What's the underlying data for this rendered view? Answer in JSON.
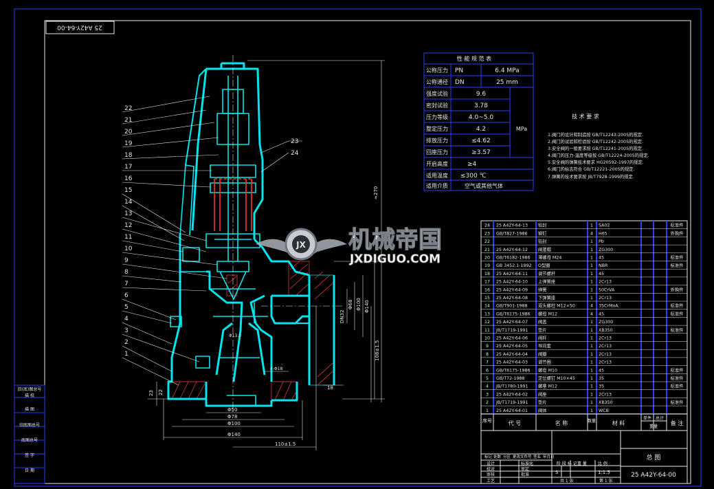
{
  "drawing": {
    "number_stamp": "25 A42Y-64-00",
    "title_name": "总 图",
    "title_number": "25 A42Y-64-00"
  },
  "perf_table": {
    "title": "性 能 规 范 表",
    "rows": [
      {
        "label": "公称压力",
        "sym": "PN",
        "value": "6.4 MPa"
      },
      {
        "label": "公称通径",
        "sym": "DN",
        "value": "25 mm"
      },
      {
        "label": "强度试验",
        "value": "9.6"
      },
      {
        "label": "密封试验",
        "value": "3.78"
      },
      {
        "label": "压力等级",
        "value": "4.0~5.0"
      },
      {
        "label": "整定压力",
        "value": "4.2"
      },
      {
        "label": "排放压力",
        "value": "≤4.62"
      },
      {
        "label": "回座压力",
        "value": "≥3.57"
      },
      {
        "label": "开启高度",
        "value": "≥4"
      },
      {
        "label": "适用温度",
        "value": "≤300 ℃"
      },
      {
        "label": "适用介质",
        "value": "空气或其他气体"
      }
    ],
    "unit": "MPa"
  },
  "tech_req": {
    "title": "技 术 要 求",
    "items": [
      "1.阀门的设计和制造按 GB/T12243-2005的规定.",
      "2.阀门的试验和检验按 GB/T12242-2005的规定.",
      "3.安全阀的一般要求按 GB/T12241-2005的规定.",
      "4.阀门的压力-温度等级按 GB/T12224-2005的规定.",
      "5.安全阀的弹簧技术要求 HG20592-1997的规定.",
      "6.阀门的标志符合 GB/T12221-2005的规定.",
      "7.弹簧的技术要求按 JB/T7928-1999的规定."
    ]
  },
  "parts": [
    {
      "no": "24",
      "code": "25 A42Y-64-13",
      "name": "铅封",
      "qty": "1",
      "mat": "SA02",
      "note": "标准件"
    },
    {
      "no": "23",
      "code": "GB/T827-1986",
      "name": "铆钉",
      "qty": "4",
      "mat": "H65",
      "note": "外购件"
    },
    {
      "no": "22",
      "code": "",
      "name": "铅封",
      "qty": "1",
      "mat": "Pb",
      "note": ""
    },
    {
      "no": "21",
      "code": "25 A42Y-64-12",
      "name": "阀罩帽",
      "qty": "1",
      "mat": "ZG300",
      "note": ""
    },
    {
      "no": "20",
      "code": "GB/T6182-1986",
      "name": "薄螺母 M24",
      "qty": "1",
      "mat": "45",
      "note": "标准件"
    },
    {
      "no": "19",
      "code": "GB 3452.1-1992",
      "name": "O型圈",
      "qty": "1",
      "mat": "NBR",
      "note": "标准件"
    },
    {
      "no": "18",
      "code": "25 A42Y-64-11",
      "name": "调节螺杆",
      "qty": "1",
      "mat": "45",
      "note": ""
    },
    {
      "no": "17",
      "code": "25 A42Y-64-10",
      "name": "上弹簧座",
      "qty": "1",
      "mat": "2Cr13",
      "note": ""
    },
    {
      "no": "16",
      "code": "25 A42Y-64-09",
      "name": "弹簧",
      "qty": "1",
      "mat": "50CrVA",
      "note": "外购件"
    },
    {
      "no": "15",
      "code": "25 A42Y-64-08",
      "name": "下弹簧座",
      "qty": "1",
      "mat": "2Cr13",
      "note": ""
    },
    {
      "no": "14",
      "code": "GB/T901-1988",
      "name": "双头螺柱 M12×50",
      "qty": "4",
      "mat": "35CrMoA",
      "note": "标准件"
    },
    {
      "no": "13",
      "code": "GB/T6175-1986",
      "name": "螺母 M12",
      "qty": "4",
      "mat": "45",
      "note": "标准件"
    },
    {
      "no": "12",
      "code": "25 A42Y-64-07",
      "name": "阀盖",
      "qty": "1",
      "mat": "ZG300",
      "note": ""
    },
    {
      "no": "11",
      "code": "JB/T1719-1991",
      "name": "垫片",
      "qty": "1",
      "mat": "XB350",
      "note": "标准件"
    },
    {
      "no": "10",
      "code": "25 A42Y-64-06",
      "name": "阀杆",
      "qty": "1",
      "mat": "2Cr13",
      "note": ""
    },
    {
      "no": "9",
      "code": "25 A42Y-64-05",
      "name": "导向套",
      "qty": "1",
      "mat": "2Cr13",
      "note": ""
    },
    {
      "no": "8",
      "code": "25 A42Y-64-04",
      "name": "阀瓣",
      "qty": "1",
      "mat": "2Cr13",
      "note": ""
    },
    {
      "no": "7",
      "code": "25 A42Y-64-03",
      "name": "调节圈",
      "qty": "1",
      "mat": "2Cr13",
      "note": ""
    },
    {
      "no": "6",
      "code": "GB/T6175-1986",
      "name": "螺母 M10",
      "qty": "1",
      "mat": "45",
      "note": "标准件"
    },
    {
      "no": "5",
      "code": "GB/T72-1988",
      "name": "定位螺钉 M10×45",
      "qty": "1",
      "mat": "35",
      "note": "标准件"
    },
    {
      "no": "4",
      "code": "JB/T1780-1991",
      "name": "螺塞 M12",
      "qty": "1",
      "mat": "35",
      "note": "标准件"
    },
    {
      "no": "3",
      "code": "25 A42Y-64-02",
      "name": "阀座",
      "qty": "1",
      "mat": "2Cr13",
      "note": ""
    },
    {
      "no": "2",
      "code": "JB/T1719-1991",
      "name": "垫片",
      "qty": "1",
      "mat": "XB350",
      "note": "标准件"
    },
    {
      "no": "1",
      "code": "25 A42Y-64-01",
      "name": "阀体",
      "qty": "1",
      "mat": "WCB",
      "note": ""
    }
  ],
  "parts_header": {
    "no": "序号",
    "code": "代 号",
    "name": "名 称",
    "qty": "数量",
    "mat": "材 料",
    "single": "单件",
    "total": "总计",
    "weight": "重量",
    "note": "备 注"
  },
  "balloons": [
    "22",
    "21",
    "20",
    "19",
    "18",
    "17",
    "16",
    "15",
    "14",
    "13",
    "12",
    "11",
    "10",
    "9",
    "8",
    "7",
    "6",
    "5",
    "4",
    "3",
    "2",
    "1"
  ],
  "balloons_right": [
    "23",
    "24"
  ],
  "dims": {
    "h270": "≈270",
    "h108": "108±1.5",
    "h110": "110±1.5",
    "dn32": "DN32",
    "d68": "Φ68",
    "d100": "Φ100",
    "d140": "Φ140",
    "d50": "Φ50",
    "d78": "Φ78",
    "d100b": "Φ100",
    "d140b": "Φ140",
    "d18": "4-Φ18",
    "n18": "18",
    "n23": "23",
    "n22": "22",
    "n130": "Φ13.0"
  },
  "left_strip": {
    "title": "旧(底)图总号",
    "rows": [
      "描 校",
      "描 图",
      "旧底图总号",
      "底图总号",
      "签 字",
      "日 期"
    ]
  },
  "title_block": {
    "labels": [
      "标记",
      "处数",
      "分区",
      "更改文件号",
      "签名",
      "年月日"
    ],
    "roles": [
      "设计",
      "校对",
      "审核",
      "工艺"
    ],
    "roles2": [
      "标准化",
      "审定",
      "批准"
    ],
    "stage": "阶 段 标 记",
    "weight": "重 量",
    "scale_label": "比 例",
    "scale": "1:1.5",
    "sheet": "共 1 张",
    "sheet2": "第 1 张",
    "s": "S"
  },
  "watermark": {
    "cn": "机械帝国",
    "en": "JXDIGUO.COM"
  },
  "colors": {
    "frame": "#2b3cff",
    "part": "#00e5ee",
    "text": "#e8e8e8",
    "spring": "#ff3030",
    "hatch": "#ff4040"
  }
}
